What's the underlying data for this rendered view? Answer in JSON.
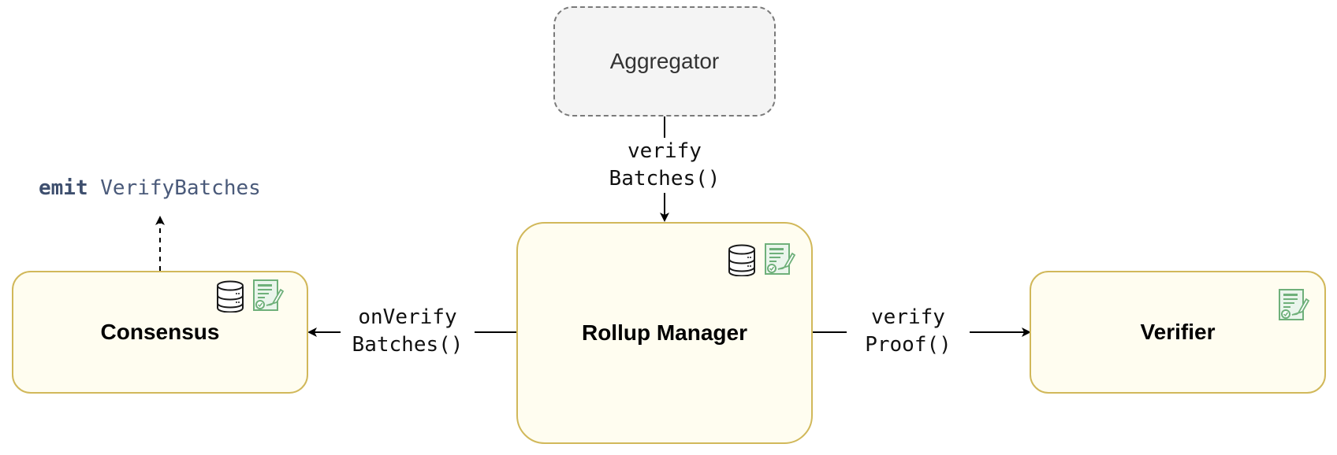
{
  "nodes": {
    "aggregator": {
      "label": "Aggregator"
    },
    "consensus": {
      "label": "Consensus"
    },
    "rollup_manager": {
      "label": "Rollup Manager"
    },
    "verifier": {
      "label": "Verifier"
    }
  },
  "edges": {
    "verify_batches": {
      "line1": "verify",
      "line2": "Batches()"
    },
    "on_verify_batches": {
      "line1": "onVerify",
      "line2": "Batches()"
    },
    "verify_proof": {
      "line1": "verify",
      "line2": "Proof()"
    }
  },
  "event": {
    "keyword": "emit",
    "name": "VerifyBatches"
  },
  "icons": [
    "database-icon",
    "certificate-icon"
  ],
  "colors": {
    "node_fill": "#fffdf0",
    "node_border": "#d1b85a",
    "aggregator_fill": "#f4f4f4",
    "aggregator_border": "#7a7a7a",
    "event_text": "#4a5a7a",
    "certificate_green": "#6fb07a"
  }
}
